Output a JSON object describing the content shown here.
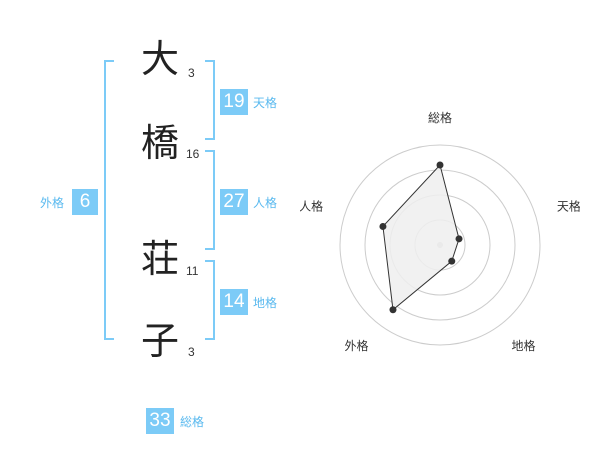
{
  "name": {
    "characters": [
      {
        "char": "大",
        "strokes": "3"
      },
      {
        "char": "橋",
        "strokes": "16"
      },
      {
        "char": "荘",
        "strokes": "11"
      },
      {
        "char": "子",
        "strokes": "3"
      }
    ]
  },
  "fortunes": {
    "tenkaku": {
      "value": "19",
      "label": "天格"
    },
    "jinkaku": {
      "value": "27",
      "label": "人格"
    },
    "chikaku": {
      "value": "14",
      "label": "地格"
    },
    "gaikaku": {
      "value": "6",
      "label": "外格"
    },
    "soukaku": {
      "value": "33",
      "label": "総格"
    }
  },
  "chart_data": {
    "type": "radar",
    "categories": [
      "総格",
      "天格",
      "地格",
      "外格",
      "人格"
    ],
    "values": [
      4,
      1,
      1,
      4,
      3
    ],
    "range": [
      0,
      5
    ],
    "rings": 4,
    "colors": {
      "fill": "#efefef",
      "line": "#333333",
      "point": "#333333",
      "grid": "#cccccc"
    }
  }
}
